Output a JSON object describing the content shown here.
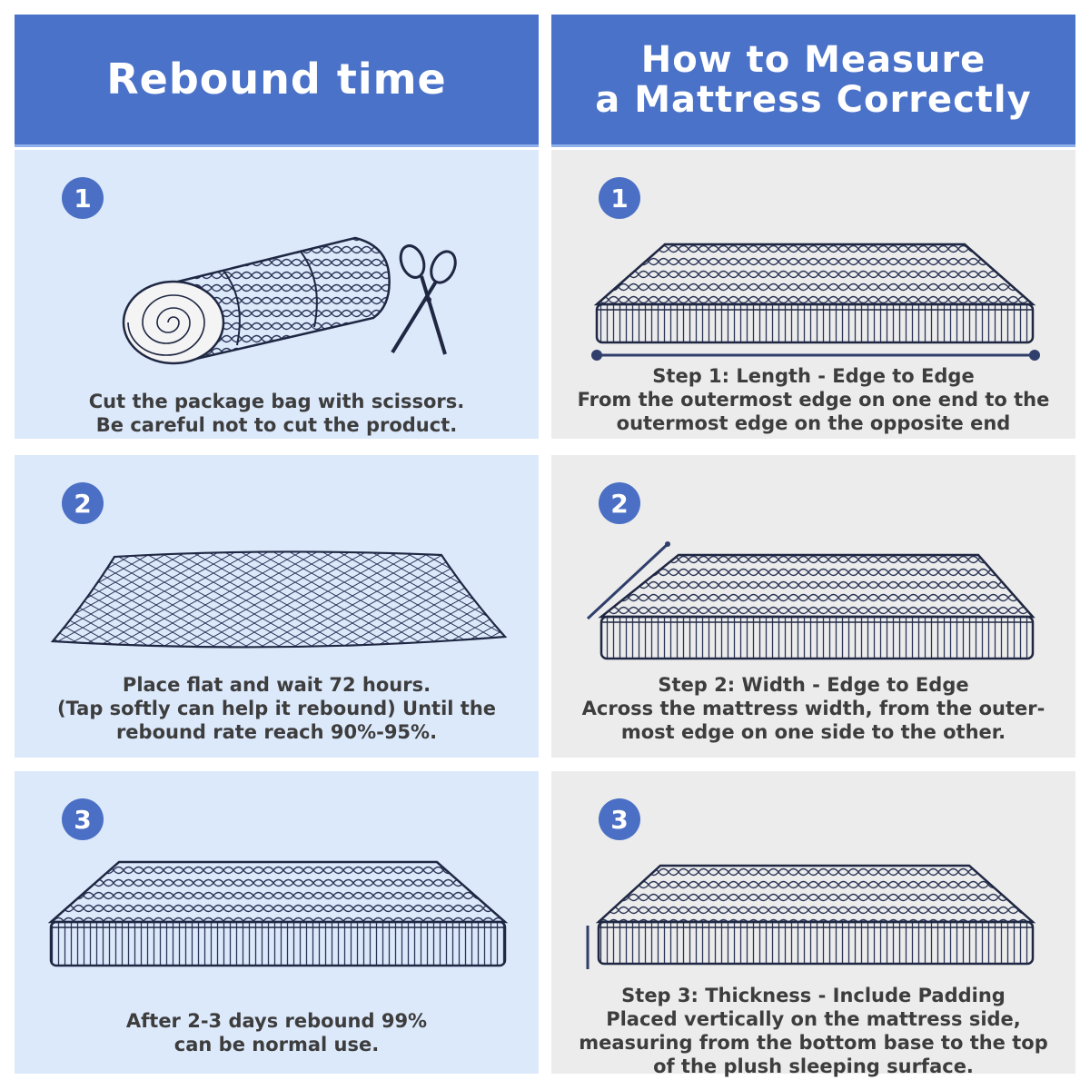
{
  "left": {
    "title": "Rebound time",
    "steps": [
      {
        "number": "1",
        "lines": [
          "Cut the package bag with scissors.",
          "Be careful not to cut the product."
        ]
      },
      {
        "number": "2",
        "lines": [
          "Place flat and wait 72 hours.",
          "(Tap softly can help it rebound) Until the",
          "rebound rate reach 90%-95%."
        ]
      },
      {
        "number": "3",
        "lines": [
          "After 2-3 days rebound 99%",
          "can be normal use."
        ]
      }
    ]
  },
  "right": {
    "title_lines": [
      "How to Measure",
      "a Mattress Correctly"
    ],
    "steps": [
      {
        "number": "1",
        "lines": [
          "Step 1: Length - Edge to Edge",
          "From the outermost edge on one end to the",
          "outermost edge on the opposite end"
        ]
      },
      {
        "number": "2",
        "lines": [
          "Step 2: Width - Edge to Edge",
          "Across the mattress width, from the outer-",
          "most edge on one side to the other."
        ]
      },
      {
        "number": "3",
        "lines": [
          "Step 3: Thickness - Include Padding",
          "Placed vertically on the mattress side,",
          "measuring from the bottom base to the top",
          "of the plush sleeping surface."
        ]
      }
    ]
  },
  "colors": {
    "header": "#4a72c8",
    "left_panel": "#dce9fb",
    "right_panel": "#ececec",
    "badge": "#4a6fc4",
    "accent_line": "#2f3e6b"
  }
}
